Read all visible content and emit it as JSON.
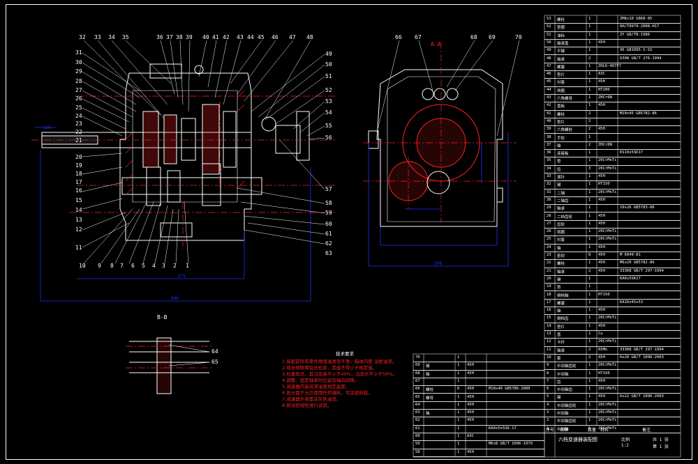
{
  "colors": {
    "background": "#000000",
    "lines": "#ffffff",
    "centerline": "#ff2020",
    "dimension": "#2030ff",
    "hatch": "#ff2020",
    "leader": "#ffffff",
    "notes": "#ff2020"
  },
  "section_labels": {
    "main_section": "A-A",
    "detail_section": "B-B"
  },
  "balloons_top": [
    "32",
    "33",
    "34",
    "35",
    "36",
    "37",
    "38",
    "39",
    "40",
    "41",
    "42",
    "43",
    "44",
    "45",
    "46",
    "47",
    "48"
  ],
  "balloons_left": [
    "31",
    "30",
    "29",
    "28",
    "27",
    "26",
    "25",
    "24",
    "23",
    "22",
    "21",
    "20",
    "19",
    "18",
    "17",
    "16",
    "15",
    "14",
    "13",
    "12",
    "11",
    "10"
  ],
  "balloons_bottom": [
    "9",
    "8",
    "7",
    "6",
    "5",
    "4",
    "3",
    "2",
    "1"
  ],
  "balloons_right": [
    "49",
    "50",
    "51",
    "52",
    "53",
    "54",
    "55",
    "56",
    "57",
    "58",
    "59",
    "60",
    "61",
    "62",
    "63"
  ],
  "balloons_side_view": [
    "66",
    "67",
    "68",
    "69",
    "70"
  ],
  "balloons_detail": [
    "64",
    "65"
  ],
  "notes": {
    "title": "技术要求",
    "lines": [
      "1.装配前所有零件用煤油清洗干净，箱体内壁 涂耐油漆。",
      "2.啮合侧隙用铅丝检验，其值不得小于规定值。",
      "3.检查斑点，其沿齿高不小于40%，沿齿长不小于50%。",
      "4.调整、固定轴承时应留有轴向间隙。",
      "5.减速器内装润滑油至规定高度。",
      "6.剖分面不允许使用任何填料，可涂密封胶。",
      "7.减速器外表面涂灰色油漆。",
      "8.按试验规程进行试验。"
    ]
  },
  "bom_main": [
    {
      "no": "53",
      "name": "螺栓",
      "qty": "1",
      "material": "",
      "spec": "ZM6x10 GB68-85"
    },
    {
      "no": "52",
      "name": "垫圈",
      "qty": "1",
      "material": "",
      "spec": "6H/T8979-2008-H17"
    },
    {
      "no": "51",
      "name": "油标",
      "qty": "1",
      "material": "",
      "spec": "ZY GB/T8-1986"
    },
    {
      "no": "50",
      "name": "轴承盖",
      "qty": "1",
      "material": "45H",
      "spec": ""
    },
    {
      "no": "49",
      "name": "平键",
      "qty": "1",
      "material": "",
      "spec": "45 GB1095-1-SS"
    },
    {
      "no": "48",
      "name": "轴承",
      "qty": "2",
      "material": "",
      "spec": "6308 GB/T 276-1994"
    },
    {
      "no": "47",
      "name": "螺塞",
      "qty": "1",
      "material": "ZHL6-4D7F7",
      "spec": ""
    },
    {
      "no": "46",
      "name": "垫片",
      "qty": "1",
      "material": "A3C",
      "spec": ""
    },
    {
      "no": "45",
      "name": "衬套",
      "qty": "1",
      "material": "45H",
      "spec": ""
    },
    {
      "no": "44",
      "name": "挡圈",
      "qty": "1",
      "material": "HT200",
      "spec": ""
    },
    {
      "no": "43",
      "name": "六角螺母",
      "qty": "1",
      "material": "ZHCr6N",
      "spec": ""
    },
    {
      "no": "42",
      "name": "盖板",
      "qty": "1",
      "material": "45H",
      "spec": ""
    },
    {
      "no": "41",
      "name": "螺栓",
      "qty": "2",
      "material": "",
      "spec": "M10x45 GB5782-86"
    },
    {
      "no": "40",
      "name": "垫片",
      "qty": "2",
      "material": "",
      "spec": ""
    },
    {
      "no": "39",
      "name": "六角螺栓",
      "qty": "2",
      "material": "45H",
      "spec": ""
    },
    {
      "no": "38",
      "name": "手轮",
      "qty": "1",
      "material": "",
      "spec": ""
    },
    {
      "no": "37",
      "name": "轴",
      "qty": "2",
      "material": "ZHCr6N",
      "spec": ""
    },
    {
      "no": "36",
      "name": "连接板",
      "qty": "1",
      "material": "",
      "spec": "KS10x5SK17"
    },
    {
      "no": "35",
      "name": "垫",
      "qty": "1",
      "material": "20CrMnTi",
      "spec": ""
    },
    {
      "no": "34",
      "name": "齿",
      "qty": "3",
      "material": "20CrMnTi",
      "spec": ""
    },
    {
      "no": "33",
      "name": "滚针",
      "qty": "1",
      "material": "45H",
      "spec": ""
    },
    {
      "no": "32",
      "name": "键",
      "qty": "1",
      "material": "HT150",
      "spec": ""
    },
    {
      "no": "31",
      "name": "二轴",
      "qty": "1",
      "material": "20CrMnTi",
      "spec": ""
    },
    {
      "no": "30",
      "name": "二轴齿",
      "qty": "1",
      "material": "45H",
      "spec": ""
    },
    {
      "no": "29",
      "name": "轴承",
      "qty": "1",
      "material": "",
      "spec": "10x26 GB5783-86"
    },
    {
      "no": "28",
      "name": "二档齿轮",
      "qty": "1",
      "material": "45H",
      "spec": ""
    },
    {
      "no": "27",
      "name": "齿轮",
      "qty": "1",
      "material": "45H",
      "spec": ""
    },
    {
      "no": "26",
      "name": "挡圈",
      "qty": "1",
      "material": "20CrMnTi",
      "spec": ""
    },
    {
      "no": "25",
      "name": "衬套",
      "qty": "1",
      "material": "20CrMnTi",
      "spec": ""
    },
    {
      "no": "24",
      "name": "轴",
      "qty": "1",
      "material": "45H",
      "spec": ""
    },
    {
      "no": "23",
      "name": "密封",
      "qty": "8",
      "material": "45H",
      "spec": "M 6049-81"
    },
    {
      "no": "22",
      "name": "螺栓",
      "qty": "1",
      "material": "45H",
      "spec": "M6x20 GB5782-86"
    },
    {
      "no": "21",
      "name": "轴承",
      "qty": "2",
      "material": "45H",
      "spec": "33308 GB/T 297-1994"
    },
    {
      "no": "20",
      "name": "键",
      "qty": "1",
      "material": "",
      "spec": "KA6x5SK17"
    },
    {
      "no": "19",
      "name": "垫",
      "qty": "1",
      "material": "",
      "spec": ""
    },
    {
      "no": "18",
      "name": "倒档轴",
      "qty": "1",
      "material": "HT150",
      "spec": ""
    },
    {
      "no": "17",
      "name": "螺塞",
      "qty": "1",
      "material": "",
      "spec": "KA10x45x53"
    },
    {
      "no": "16",
      "name": "轴",
      "qty": "1",
      "material": "45H",
      "spec": ""
    },
    {
      "no": "15",
      "name": "倒档齿",
      "qty": "1",
      "material": "20CrMnTi",
      "spec": ""
    },
    {
      "no": "14",
      "name": "垫片",
      "qty": "1",
      "material": "45H",
      "spec": ""
    },
    {
      "no": "13",
      "name": "盖",
      "qty": "1",
      "material": "Cu",
      "spec": ""
    },
    {
      "no": "12",
      "name": "卡环",
      "qty": "1",
      "material": "20CrMnTi",
      "spec": ""
    },
    {
      "no": "11",
      "name": "轴承",
      "qty": "2",
      "material": "65Mn",
      "spec": "33308 GB/T 297-1994"
    },
    {
      "no": "10",
      "name": "套",
      "qty": "2",
      "material": "45H",
      "spec": "6x20 GB/T 1096-2003"
    },
    {
      "no": "9",
      "name": "中间轴齿轮",
      "qty": "1",
      "material": "20CrMnTi",
      "spec": ""
    },
    {
      "no": "8",
      "name": "中间轴",
      "qty": "1",
      "material": "HT150",
      "spec": ""
    },
    {
      "no": "7",
      "name": "齿",
      "qty": "1",
      "material": "45H",
      "spec": ""
    },
    {
      "no": "6",
      "name": "中间轴齿",
      "qty": "1",
      "material": "20CrMnTi",
      "spec": ""
    },
    {
      "no": "5",
      "name": "键",
      "qty": "1",
      "material": "45H",
      "spec": "6x22 GB/T 1096-2003"
    },
    {
      "no": "4",
      "name": "中间轴齿轮",
      "qty": "1",
      "material": "20CrMnTi",
      "spec": ""
    },
    {
      "no": "3",
      "name": "中间轴",
      "qty": "1",
      "material": "20CrMnTi",
      "spec": ""
    },
    {
      "no": "2",
      "name": "中间轴齿轮",
      "qty": "1",
      "material": "20CrMnTi",
      "spec": ""
    },
    {
      "no": "1",
      "name": "中间轴",
      "qty": "1",
      "material": "20CrMnTi",
      "spec": ""
    }
  ],
  "bom_header": {
    "no": "序号",
    "name": "名称",
    "qty": "数量",
    "material": "材料",
    "spec": "备注"
  },
  "bom_lower": [
    {
      "no": "70",
      "name": "",
      "qty": "1",
      "material": "",
      "spec": ""
    },
    {
      "no": "69",
      "name": "键",
      "qty": "1",
      "material": "45H",
      "spec": ""
    },
    {
      "no": "68",
      "name": "轴",
      "qty": "1",
      "material": "45H",
      "spec": ""
    },
    {
      "no": "67",
      "name": "",
      "qty": "1",
      "material": "",
      "spec": ""
    },
    {
      "no": "66",
      "name": "螺栓",
      "qty": "6",
      "material": "45H",
      "spec": "M10x40 GB5786-2000"
    },
    {
      "no": "65",
      "name": "螺母",
      "qty": "1",
      "material": "45H",
      "spec": ""
    },
    {
      "no": "64",
      "name": "",
      "qty": "1",
      "material": "45H",
      "spec": ""
    },
    {
      "no": "63",
      "name": "轴",
      "qty": "1",
      "material": "45H",
      "spec": ""
    },
    {
      "no": "62",
      "name": "",
      "qty": "1",
      "material": "45H",
      "spec": ""
    },
    {
      "no": "61",
      "name": "",
      "qty": "1",
      "material": "",
      "spec": "KA4x5x5SK.17"
    },
    {
      "no": "60",
      "name": "",
      "qty": "1",
      "material": "A3C",
      "spec": ""
    },
    {
      "no": "59",
      "name": "",
      "qty": "1",
      "material": "",
      "spec": "M6x8 GB/T 1096-1979"
    },
    {
      "no": "58",
      "name": "",
      "qty": "1",
      "material": "45H",
      "spec": ""
    }
  ],
  "title_block": {
    "drawing_name": "六档变速器装配图",
    "scale_label": "比例",
    "scale_value": "1:2",
    "sheet_label": "共 1 张",
    "sheet_no": "第 1 张"
  },
  "dimensions": {
    "overall_length": "680",
    "height_left": "125",
    "width_side": "298",
    "shaft_length": "575"
  }
}
